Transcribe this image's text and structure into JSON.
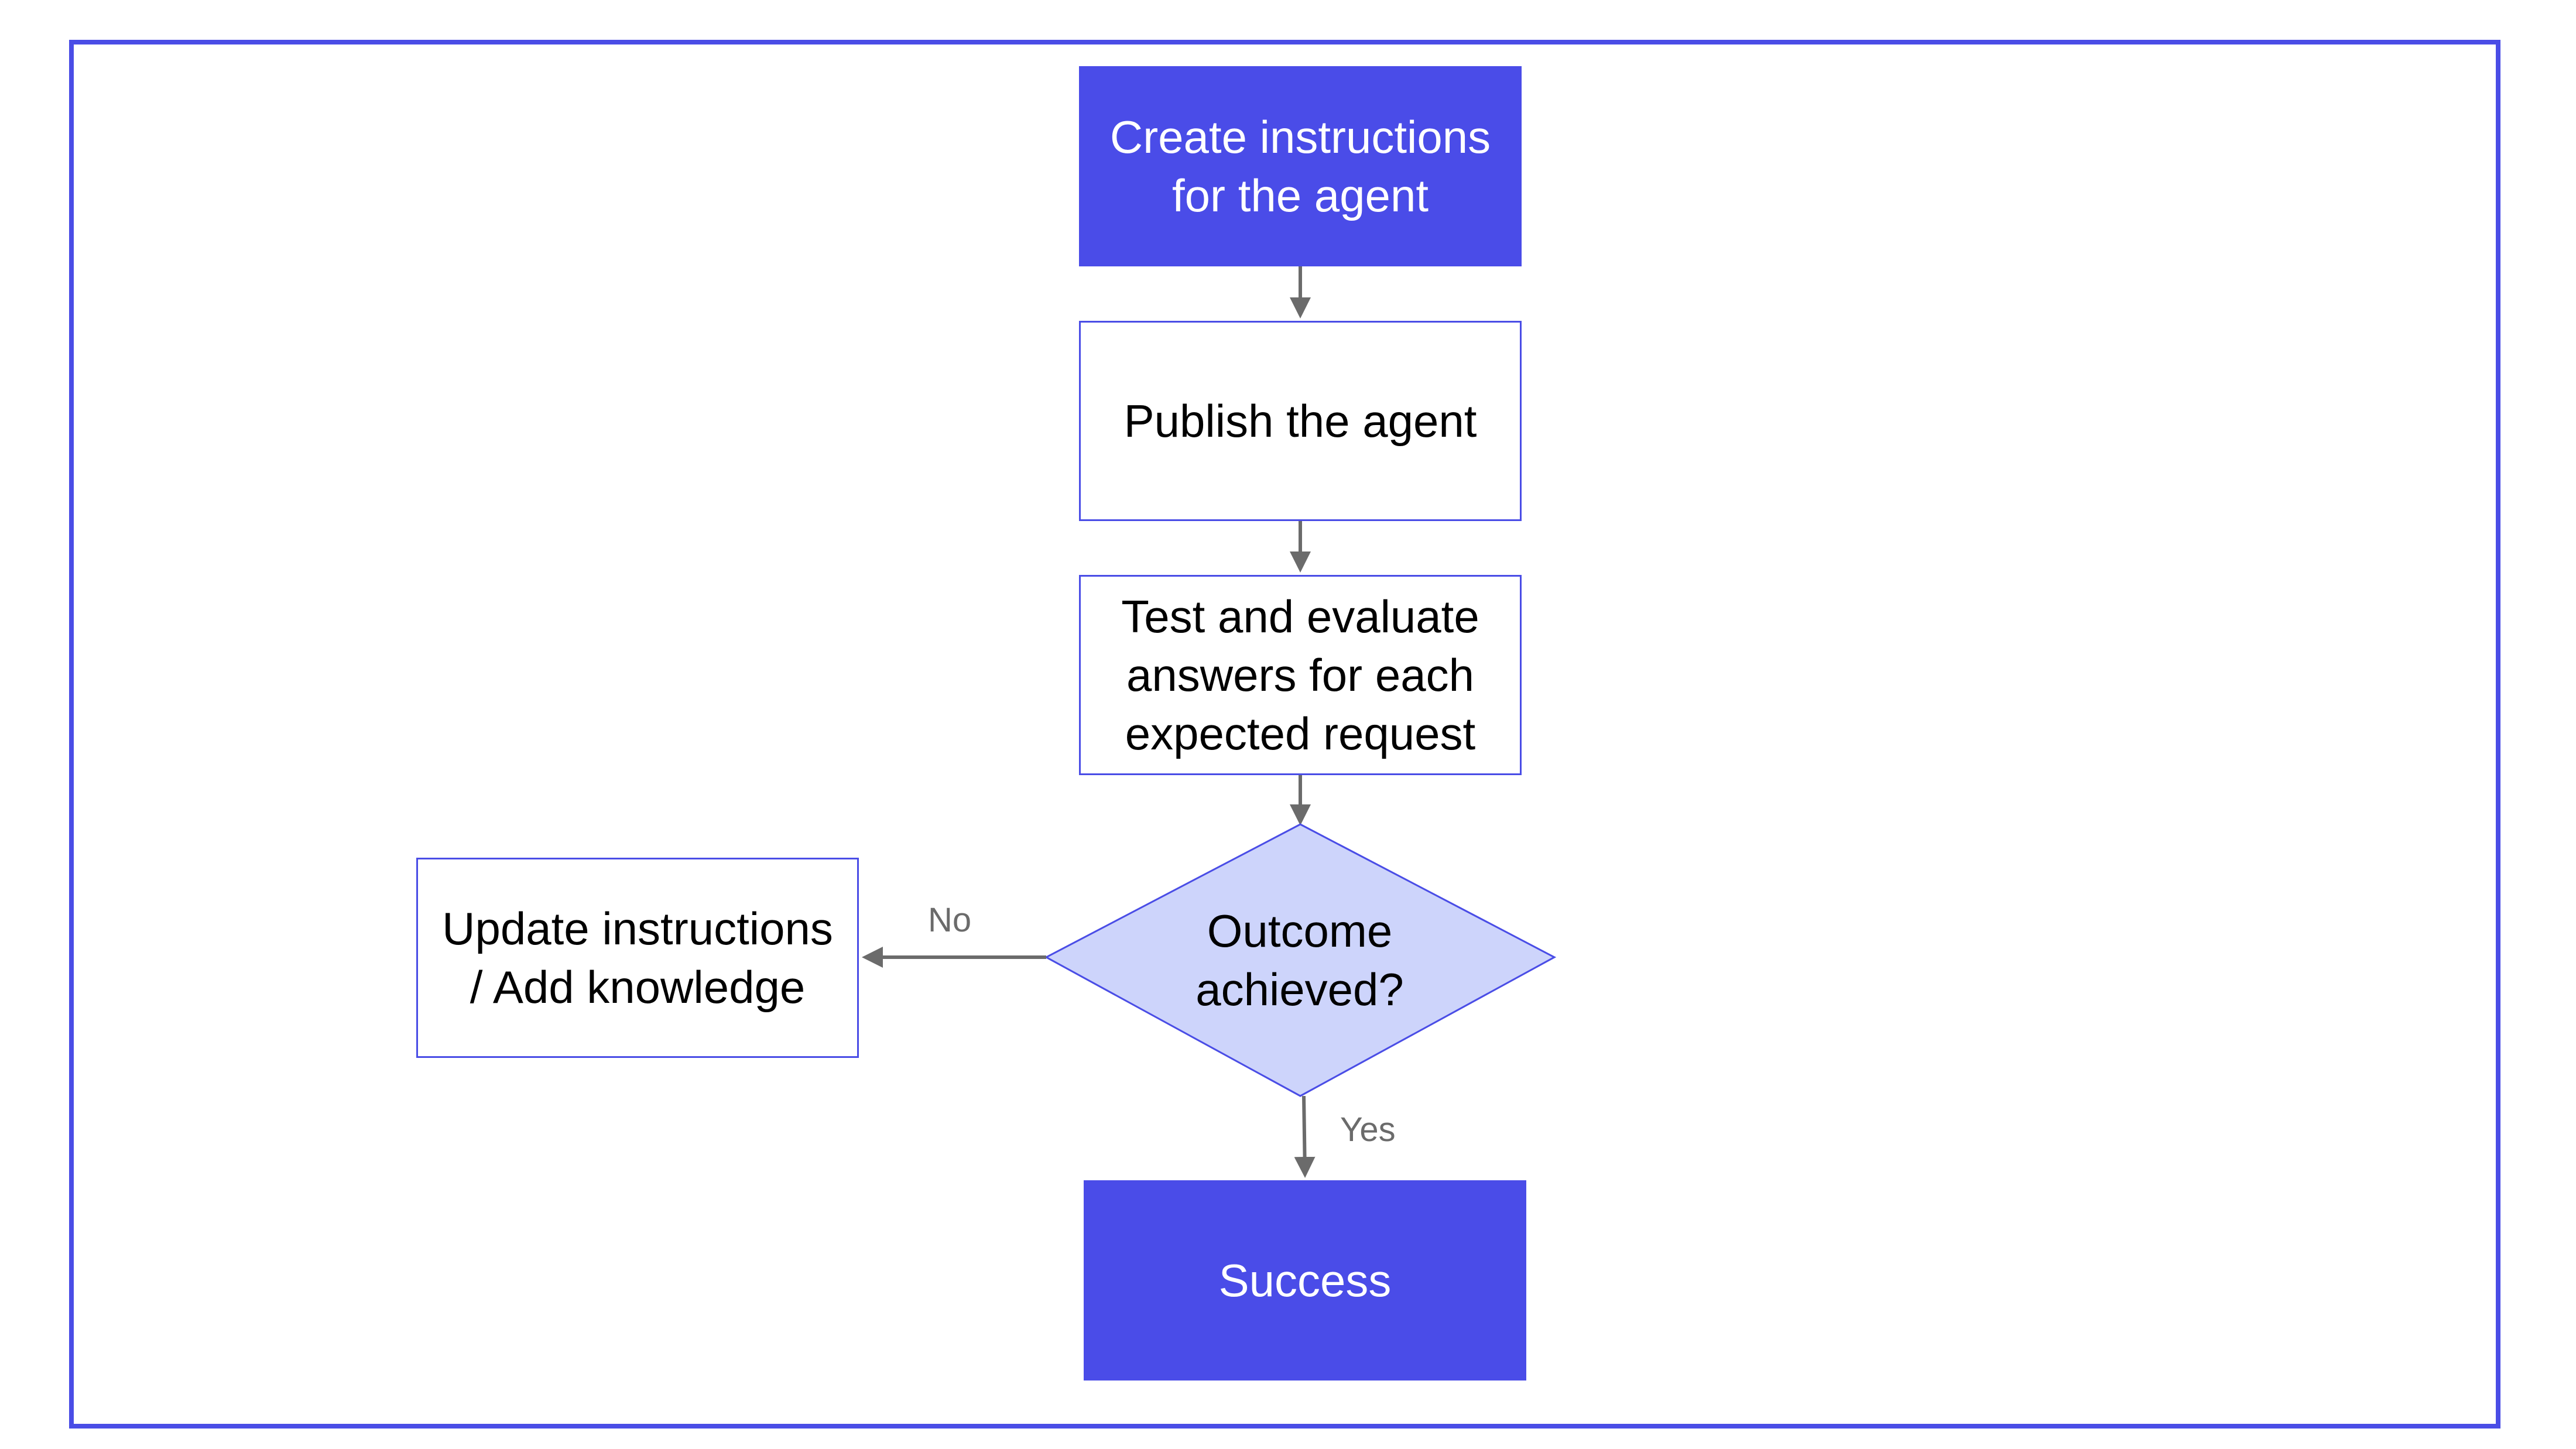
{
  "diagram": {
    "nodes": {
      "create": "Create instructions for the agent",
      "publish": "Publish the agent",
      "test": "Test and evaluate answers for each expected request",
      "outcome": "Outcome achieved?",
      "update": "Update instructions / Add knowledge",
      "success": "Success"
    },
    "edge_labels": {
      "no": "No",
      "yes": "Yes"
    },
    "colors": {
      "primary_fill": "#4a4ce8",
      "border": "#4a4de6",
      "decision_fill": "#cdd4fb",
      "arrow": "#6b6b6b",
      "edge_label": "#6b6b6b"
    }
  }
}
